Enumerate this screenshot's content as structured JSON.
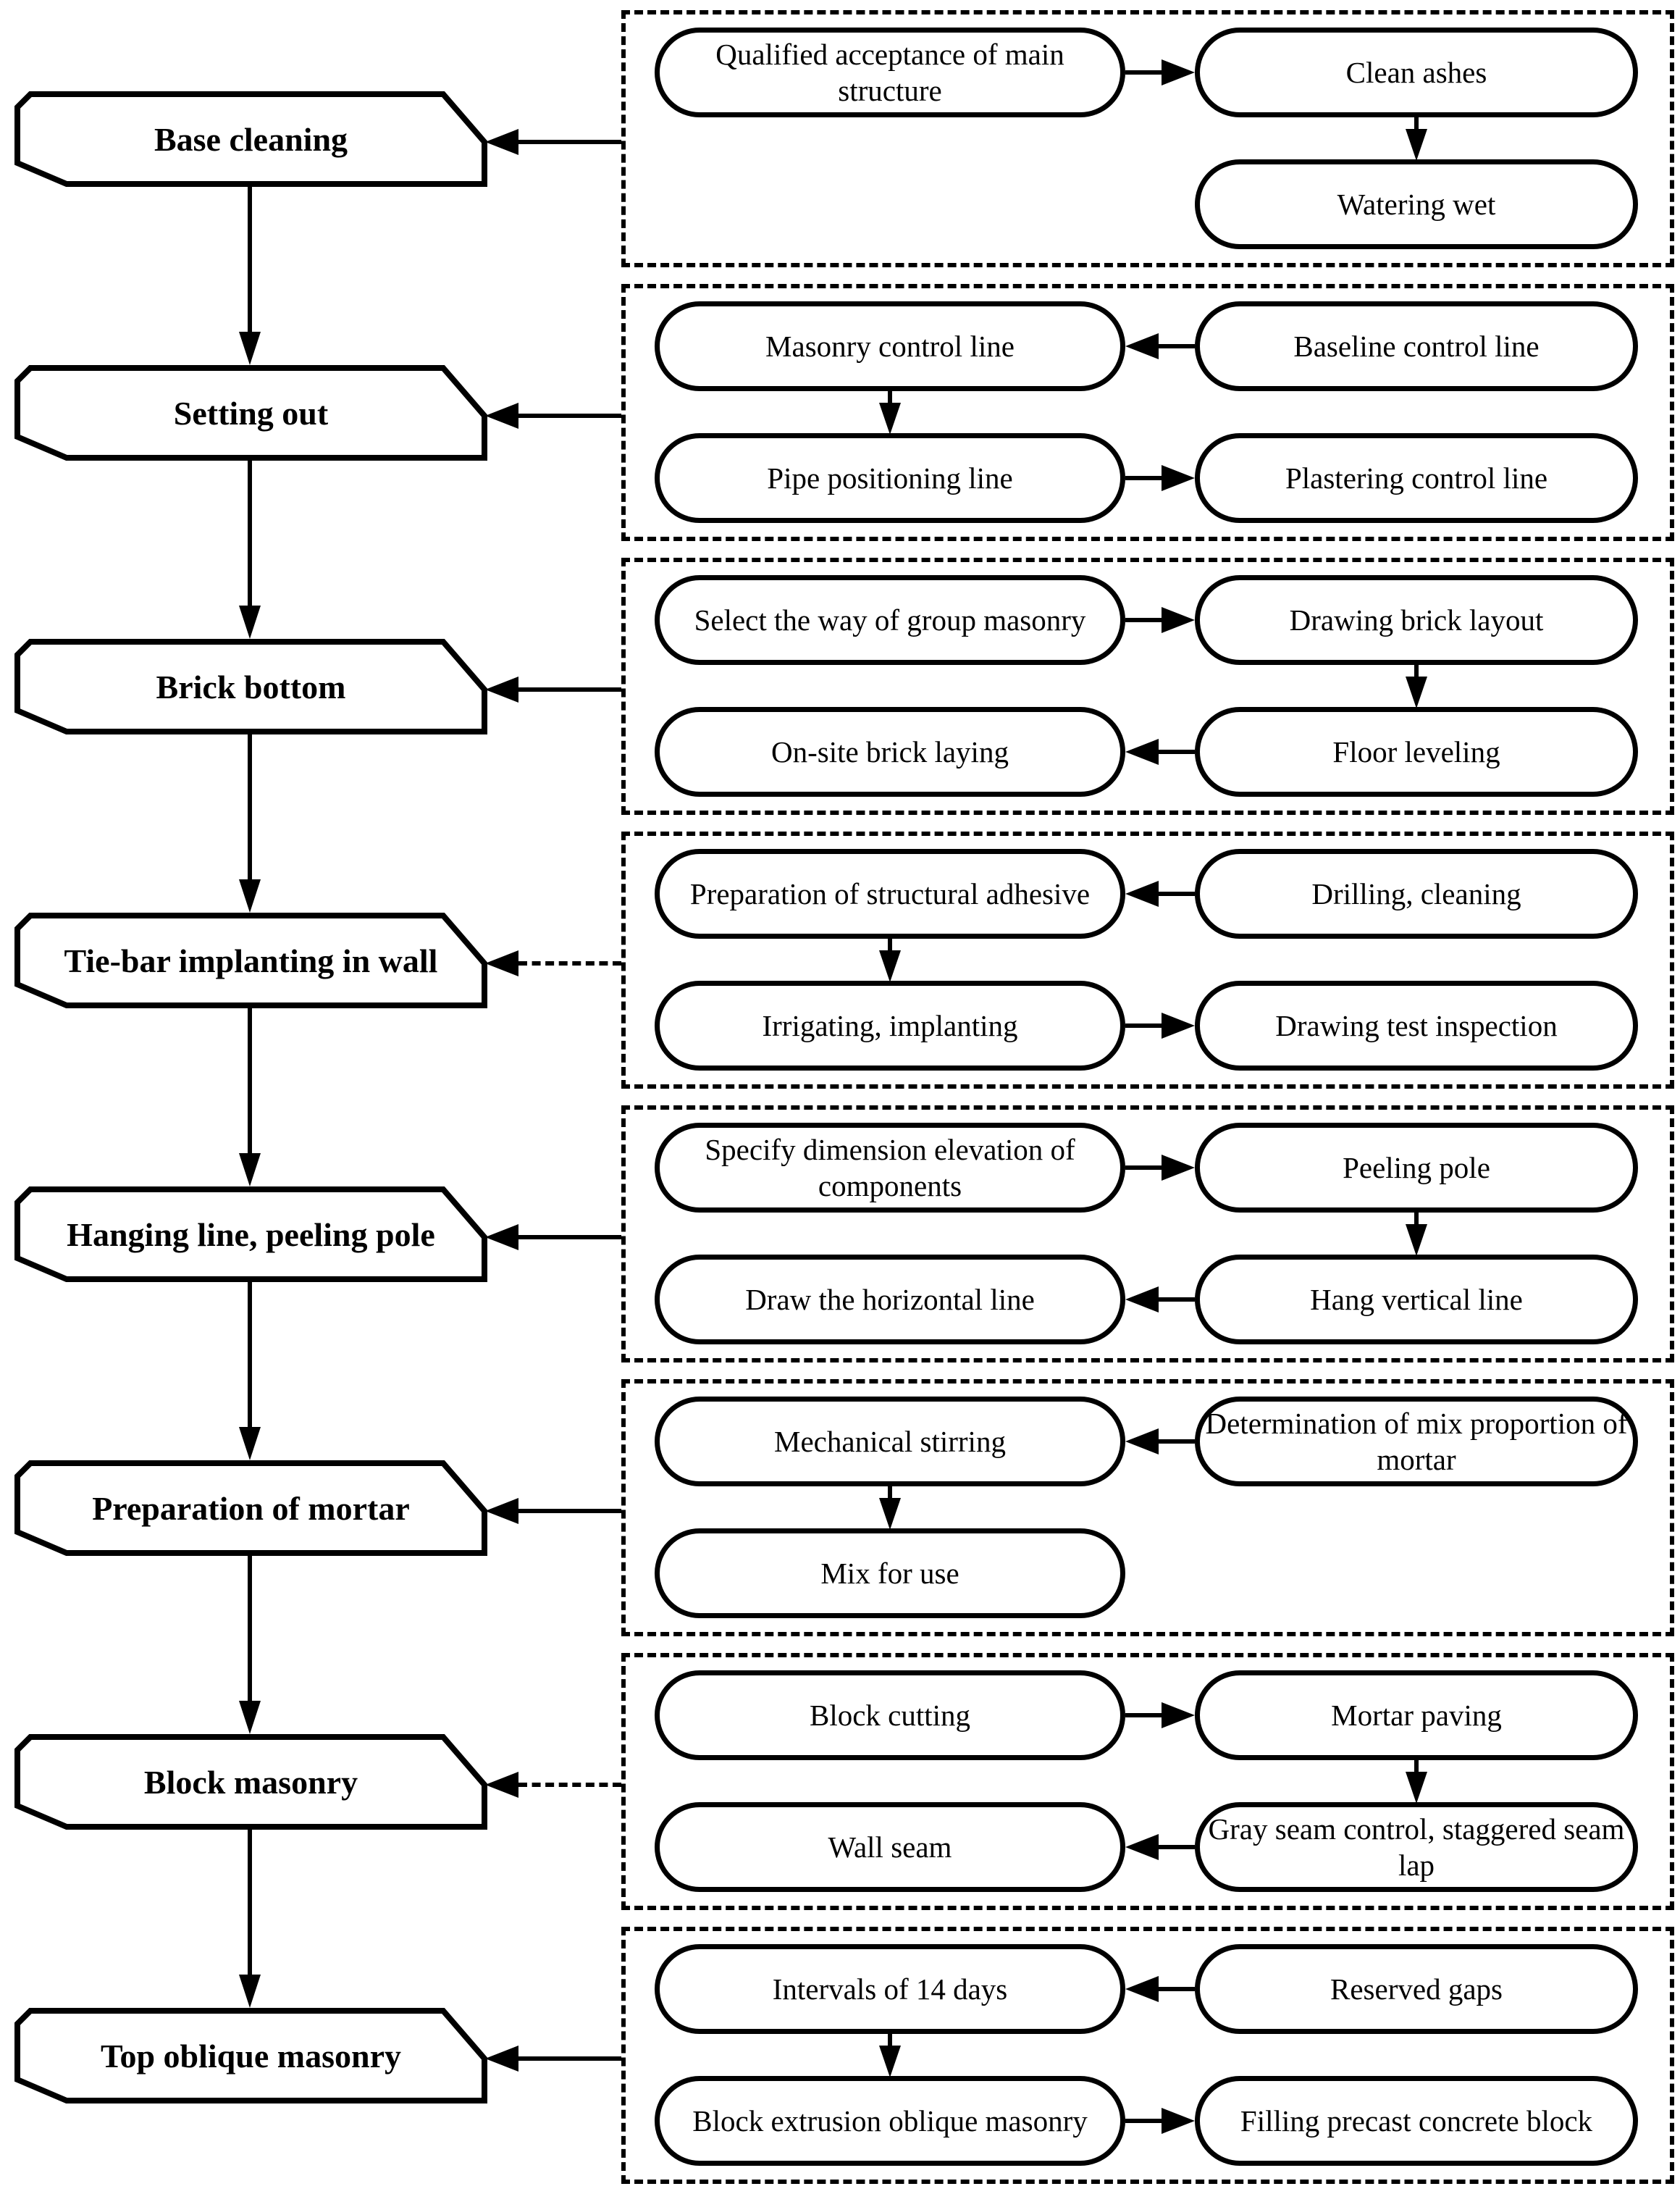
{
  "colors": {
    "line": "#000000",
    "background": "#ffffff",
    "node_fill": "#ffffff"
  },
  "stages": [
    {
      "label": "Base cleaning",
      "input_arrow": "solid"
    },
    {
      "label": "Setting out",
      "input_arrow": "solid"
    },
    {
      "label": "Brick bottom",
      "input_arrow": "solid"
    },
    {
      "label": "Tie-bar implanting in wall",
      "input_arrow": "dashed"
    },
    {
      "label": "Hanging line, peeling pole",
      "input_arrow": "solid"
    },
    {
      "label": "Preparation of mortar",
      "input_arrow": "solid"
    },
    {
      "label": "Block masonry",
      "input_arrow": "dashed"
    },
    {
      "label": "Top oblique masonry",
      "input_arrow": "solid"
    }
  ],
  "groups": [
    {
      "stage": "Base cleaning",
      "nodes": {
        "l1": "Qualified acceptance of main structure",
        "r1": "Clean ashes",
        "r2": "Watering wet"
      },
      "edges": [
        "l1>r1",
        "r1>r2"
      ]
    },
    {
      "stage": "Setting out",
      "nodes": {
        "l1": "Masonry control line",
        "r1": "Baseline control line",
        "l2": "Pipe positioning line",
        "r2": "Plastering control line"
      },
      "edges": [
        "r1>l1",
        "l1>l2",
        "l2>r2"
      ]
    },
    {
      "stage": "Brick bottom",
      "nodes": {
        "l1": "Select the way of group masonry",
        "r1": "Drawing brick layout",
        "l2": "On-site brick laying",
        "r2": "Floor leveling"
      },
      "edges": [
        "l1>r1",
        "r1>r2",
        "r2>l2"
      ]
    },
    {
      "stage": "Tie-bar implanting in wall",
      "nodes": {
        "l1": "Preparation of structural adhesive",
        "r1": "Drilling, cleaning",
        "l2": "Irrigating, implanting",
        "r2": "Drawing test inspection"
      },
      "edges": [
        "r1>l1",
        "l1>l2",
        "l2>r2"
      ]
    },
    {
      "stage": "Hanging line, peeling pole",
      "nodes": {
        "l1": "Specify dimension elevation of components",
        "r1": "Peeling pole",
        "l2": "Draw the horizontal line",
        "r2": "Hang vertical line"
      },
      "edges": [
        "l1>r1",
        "r1>r2",
        "r2>l2"
      ]
    },
    {
      "stage": "Preparation of mortar",
      "nodes": {
        "l1": "Mechanical stirring",
        "r1": "Determination of mix proportion of mortar",
        "l2": "Mix for use"
      },
      "edges": [
        "r1>l1",
        "l1>l2"
      ]
    },
    {
      "stage": "Block masonry",
      "nodes": {
        "l1": "Block cutting",
        "r1": "Mortar paving",
        "l2": "Wall seam",
        "r2": "Gray seam control, staggered seam lap"
      },
      "edges": [
        "l1>r1",
        "r1>r2",
        "r2>l2"
      ]
    },
    {
      "stage": "Top oblique masonry",
      "nodes": {
        "l1": "Intervals of 14 days",
        "r1": "Reserved gaps",
        "l2": "Block extrusion oblique masonry",
        "r2": "Filling precast concrete block"
      },
      "edges": [
        "r1>l1",
        "l1>l2",
        "l2>r2"
      ]
    }
  ]
}
